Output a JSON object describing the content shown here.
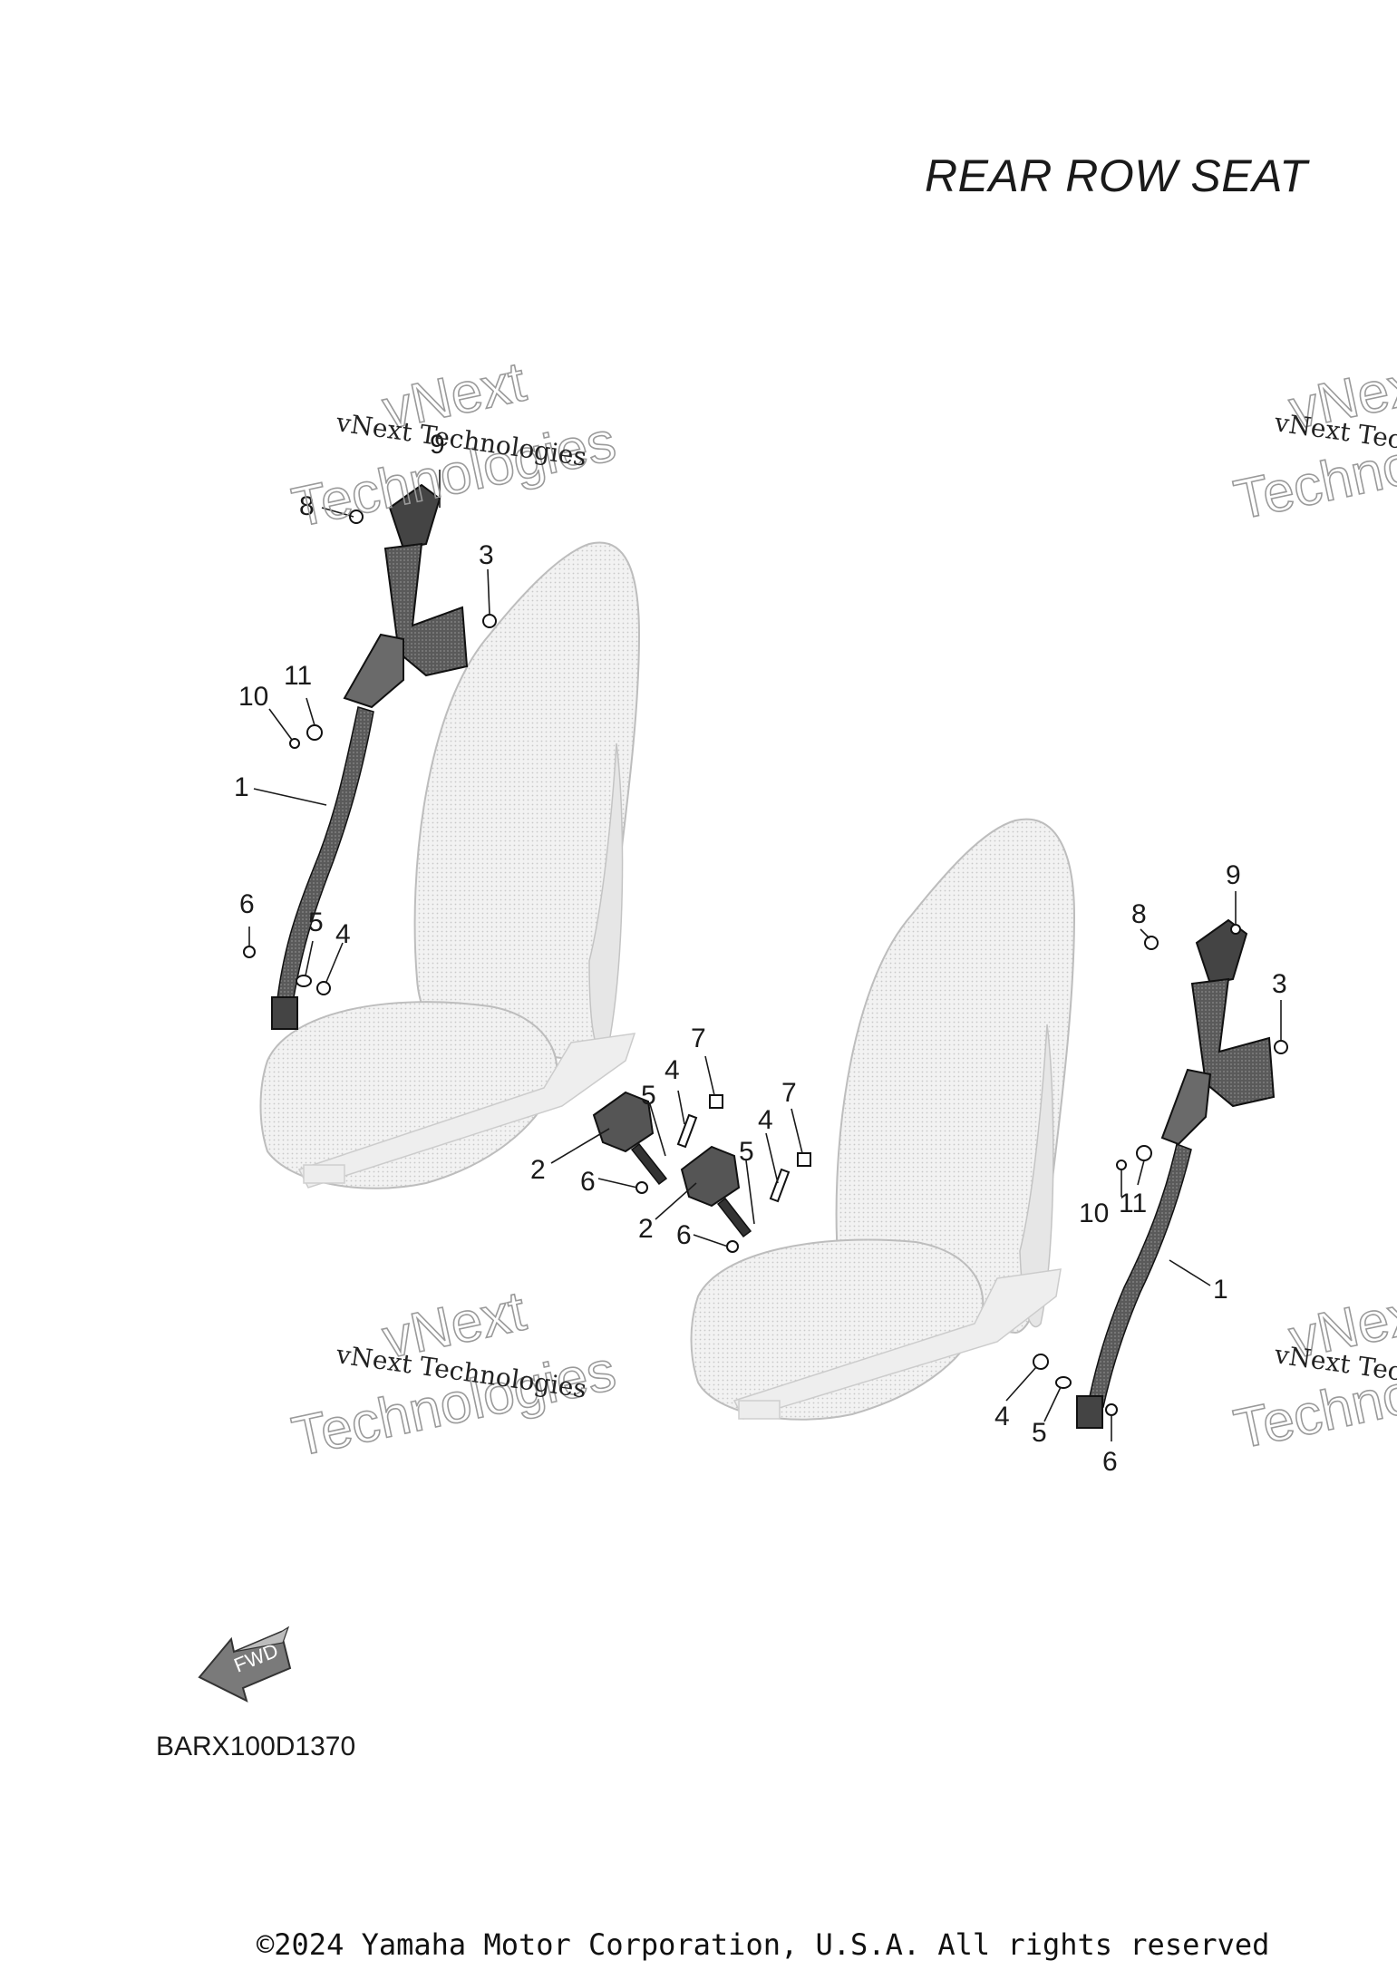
{
  "title": "REAR ROW SEAT",
  "diagram_code": "BARX100D1370",
  "copyright": "©2024 Yamaha Motor Corporation, U.S.A. All rights reserved",
  "fwd_label": "FWD",
  "watermark": {
    "small": "vNext Technologies",
    "big_line1": "vNext",
    "big_line2": "Technologies"
  },
  "callouts": {
    "left_belt": [
      "9",
      "8",
      "3",
      "11",
      "10",
      "1",
      "6",
      "5",
      "4"
    ],
    "center_buckles": [
      "7",
      "4",
      "5",
      "2",
      "6",
      "7",
      "4",
      "5",
      "2",
      "6"
    ],
    "right_belt": [
      "9",
      "8",
      "3",
      "10",
      "11",
      "1",
      "4",
      "5",
      "6"
    ]
  }
}
